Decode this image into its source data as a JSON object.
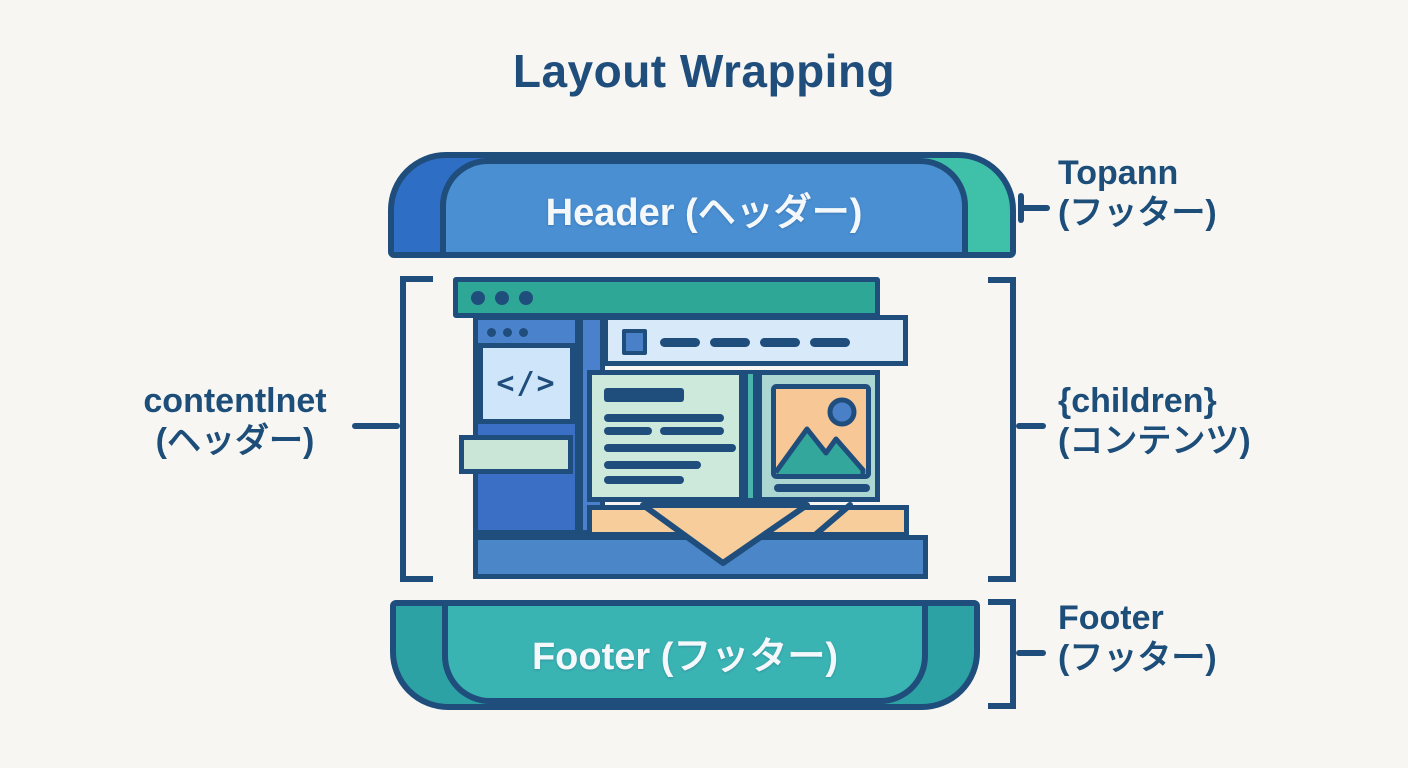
{
  "title": "Layout Wrapping",
  "header_bar": {
    "label": "Header (ヘッダー)"
  },
  "footer_bar": {
    "label": "Footer (フッター)"
  },
  "annotations": {
    "top_right": {
      "line1": "Topann",
      "line2": "(フッター)"
    },
    "left": {
      "line1": "contentlnet",
      "line2": "(ヘッダー)"
    },
    "middle_right": {
      "line1": "{children}",
      "line2": "(コンテンツ)"
    },
    "bottom_right": {
      "line1": "Footer",
      "line2": "(フッター)"
    }
  },
  "mockup": {
    "code_icon_label": "</>"
  },
  "colors": {
    "background": "#f7f6f3",
    "outline_navy": "#1f4e7d",
    "text_navy": "#1d4e79",
    "header_blue": "#4a8fd2",
    "header_left_blue": "#2e6ec4",
    "header_right_teal": "#3fc0a8",
    "footer_teal": "#3ab3b3",
    "footer_edge_teal": "#2da2a5",
    "mockup_titlebar_teal": "#2fa796",
    "sidebar_blue": "#3b6fc6",
    "light_blue": "#d8eafa",
    "mint": "#cde9dc",
    "image_orange": "#f7c795",
    "bar_orange": "#f8cd9c",
    "bottom_blue": "#4a86c8"
  }
}
